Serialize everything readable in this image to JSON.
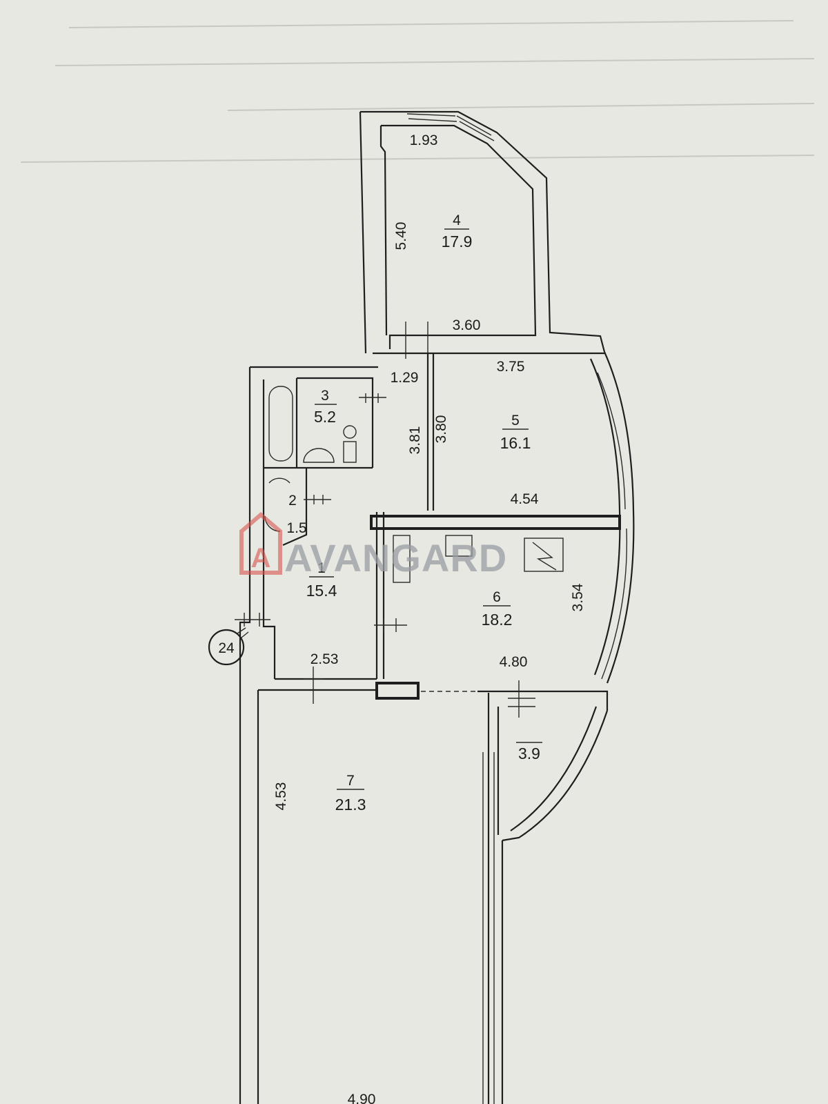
{
  "watermark": {
    "text": "AVANGARD",
    "logo_letter": "A",
    "logo_color": "#d9534f"
  },
  "building_marker": "24",
  "rooms": [
    {
      "number": "4",
      "area": "17.9"
    },
    {
      "number": "3",
      "area": "5.2"
    },
    {
      "number": "5",
      "area": "16.1"
    },
    {
      "number": "2",
      "area": "1.5"
    },
    {
      "number": "1",
      "area": "15.4"
    },
    {
      "number": "6",
      "area": "18.2"
    },
    {
      "number": "7",
      "area": "21.3"
    },
    {
      "number": "",
      "area": "3.9"
    }
  ],
  "dimensions": [
    "1.93",
    "5.40",
    "3.60",
    "1.29",
    "3.75",
    "3.81",
    "3.80",
    "4.54",
    "3.54",
    "2.53",
    "4.80",
    "4.53",
    "4.90"
  ],
  "colors": {
    "ink": "#1e1e1e",
    "paper": "#e6e8e1"
  }
}
